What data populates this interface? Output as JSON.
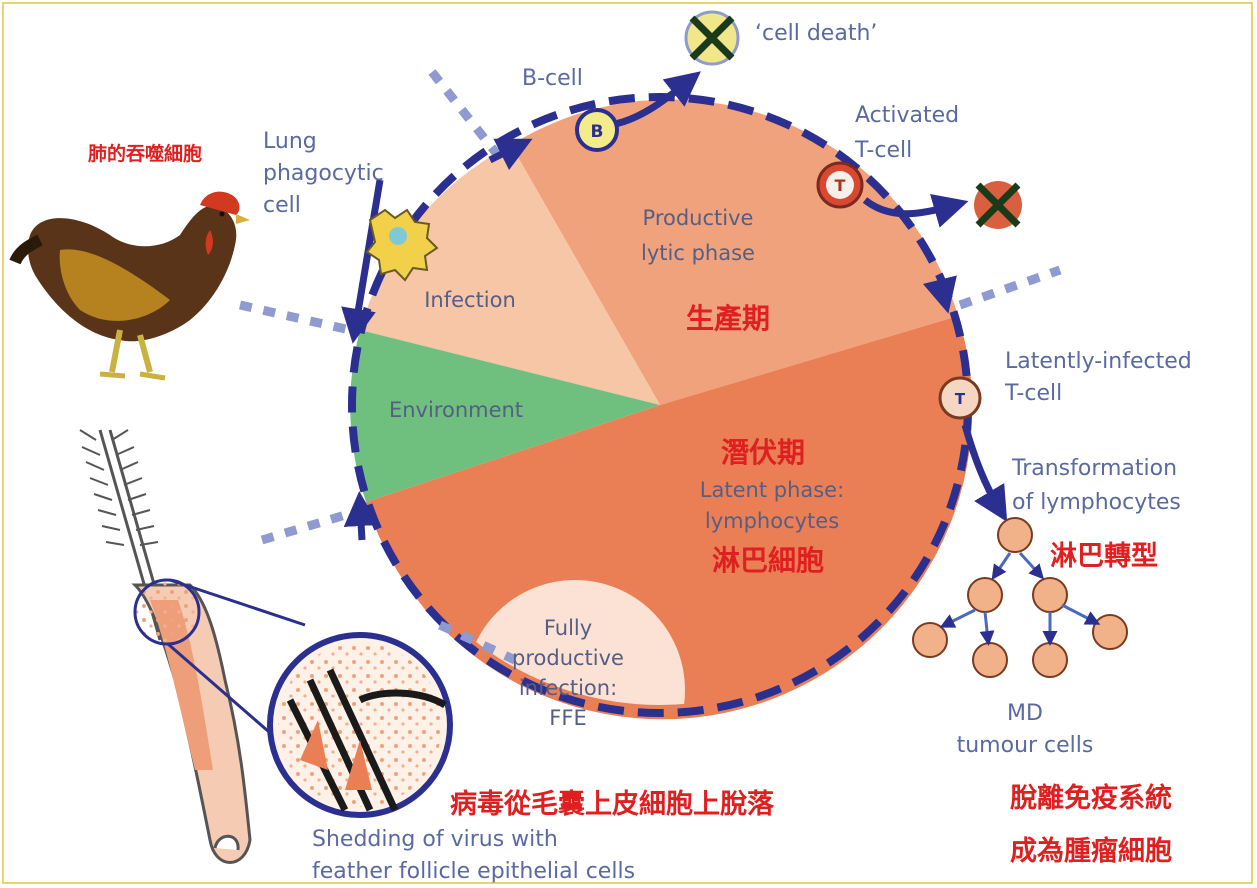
{
  "labels": {
    "cell_death": "‘cell death’",
    "b_cell": "B-cell",
    "b_letter": "B",
    "activated_t_line1": "Activated",
    "activated_t_line2": "T-cell",
    "t_letter": "T",
    "lung_line1": "Lung",
    "lung_line2": "phagocytic",
    "lung_line3": "cell",
    "lung_cn": "肺的吞噬細胞",
    "productive_line1": "Productive",
    "productive_line2": "lytic phase",
    "productive_cn": "生產期",
    "infection": "Infection",
    "environment": "Environment",
    "latent_cn": "潛伏期",
    "latent_line1": "Latent phase:",
    "latent_line2": "lymphocytes",
    "lymph_cn": "淋巴細胞",
    "latently_line1": "Latently-infected",
    "latently_line2": "T-cell",
    "transformation_line1": "Transformation",
    "transformation_line2": "of lymphocytes",
    "transformation_cn": "淋巴轉型",
    "ffe_line1": "Fully",
    "ffe_line2": "productive",
    "ffe_line3": "infection:",
    "ffe_line4": "FFE",
    "md_line1": "MD",
    "md_line2": "tumour cells",
    "shedding_cn": "病毒從毛囊上皮細胞上脫落",
    "shedding_line1": "Shedding of virus with",
    "shedding_line2": "feather follicle epithelial cells",
    "escape_cn_line1": "脫離免疫系統",
    "escape_cn_line2": "成為腫瘤細胞"
  },
  "colors": {
    "productive": "#f0a27c",
    "latent": "#ea7f56",
    "infection": "#f7c6a6",
    "environment": "#6fbf7f",
    "ffe": "#fbe2d4",
    "arrow": "#2b2f8f",
    "label_text": "#5a6aa0",
    "chinese_text": "#e02020"
  }
}
